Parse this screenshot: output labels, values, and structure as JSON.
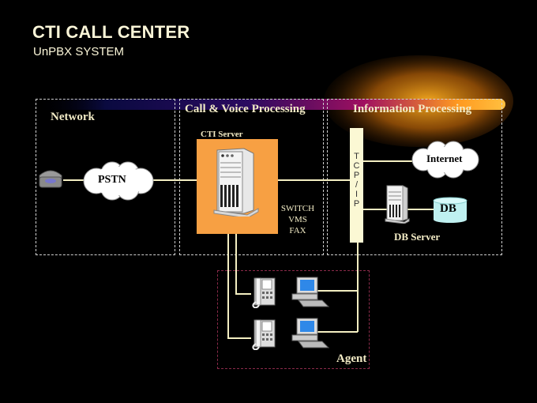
{
  "title": "CTI  CALL CENTER",
  "subtitle": "UnPBX  SYSTEM",
  "sections": {
    "network": "Network",
    "call_voice": "Call & Voice Processing",
    "information": "Information Processing",
    "agent": "Agent"
  },
  "nodes": {
    "pstn": "PSTN",
    "cti_server": "CTI Server",
    "switch_lines": [
      "SWITCH",
      "VMS",
      "FAX"
    ],
    "tcpip": [
      "T",
      "C",
      "P",
      "/",
      "I",
      "P"
    ],
    "internet": "Internet",
    "db": "DB",
    "db_server": "DB Server"
  },
  "colors": {
    "background": "#000000",
    "text": "#f3ecc6",
    "server_box": "#f7a043",
    "bus": "#fbf8d4",
    "db": "#bff0f0",
    "agent_border": "#8a2a4a"
  }
}
